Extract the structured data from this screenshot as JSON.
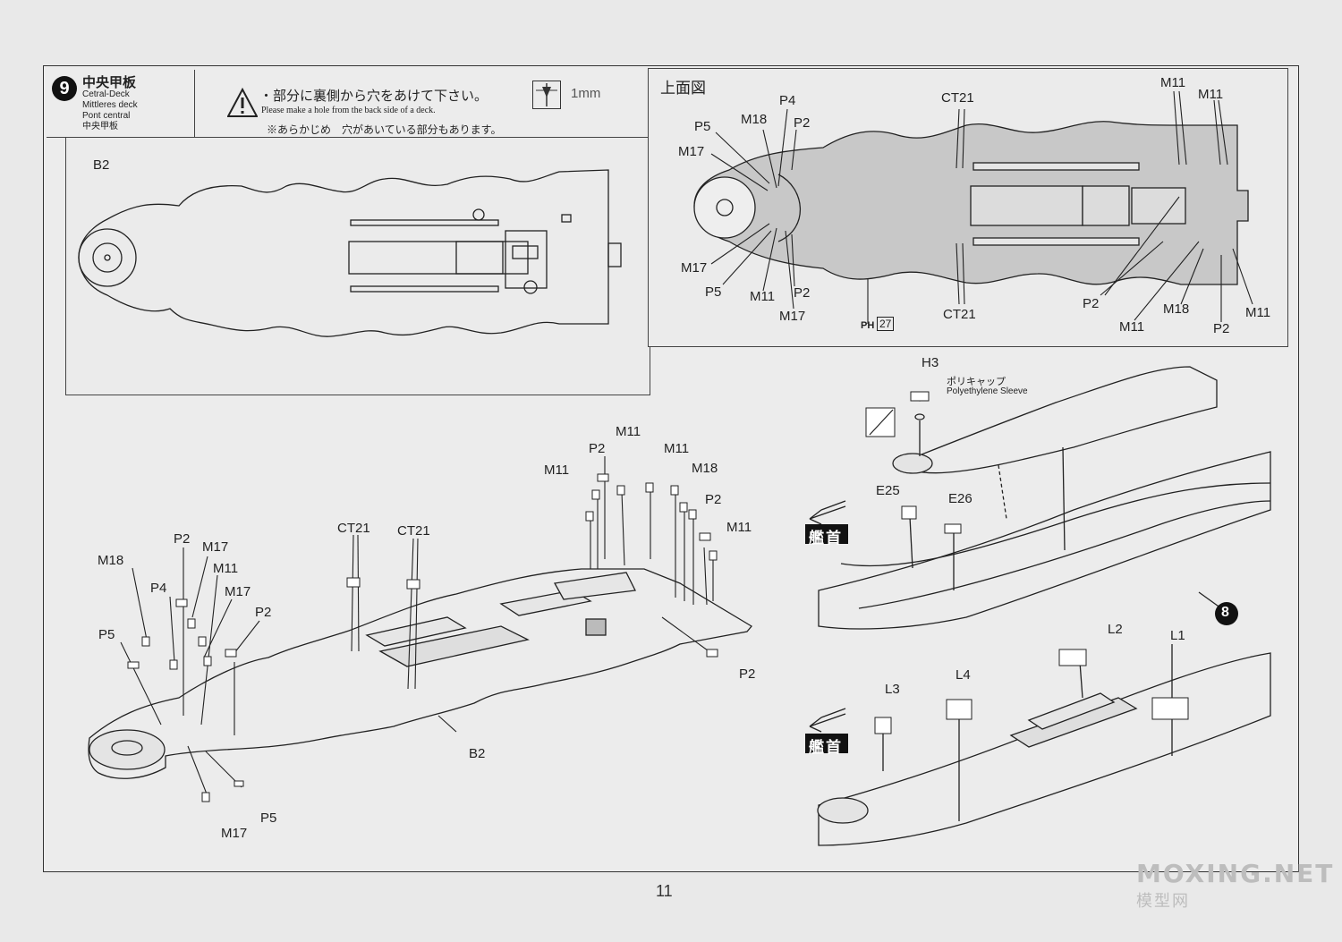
{
  "step": {
    "number": "9",
    "title_jp": "中央甲板",
    "title_en": "Cetral-Deck",
    "title_de": "Mittleres deck",
    "title_fr": "Pont central",
    "title_cn": "中央甲板"
  },
  "notice": {
    "line1": "・部分に裏側から穴をあけて下さい。",
    "line2": "Please make a hole from the back side of a deck.",
    "line3": "※あらかじめ　穴があいている部分もあります。",
    "drill_size": "1mm"
  },
  "top_view": {
    "title": "上面図",
    "ph_label": "PH",
    "ph_number": "27"
  },
  "labels": {
    "b2": "B2",
    "h3": "H3",
    "poly_jp": "ポリキャップ",
    "poly_en": "Polyethylene Sleeve",
    "bow": "艦首",
    "step8": "8",
    "e25": "E25",
    "e26": "E26",
    "l1": "L1",
    "l2": "L2",
    "l3": "L3",
    "l4": "L4"
  },
  "top_view_parts": {
    "p5": "P5",
    "m18": "M18",
    "p4": "P4",
    "p2a": "P2",
    "m17a": "M17",
    "ct21a": "CT21",
    "m11a": "M11",
    "m11b": "M11",
    "m17b": "M17",
    "p5b": "P5",
    "m11c": "M11",
    "p2b": "P2",
    "m17c": "M17",
    "ct21b": "CT21",
    "p2c": "P2",
    "m11d": "M11",
    "m18b": "M18",
    "p2d": "P2",
    "m11e": "M11"
  },
  "iso_parts": {
    "m18": "M18",
    "p2a": "P2",
    "m17a": "M17",
    "p4": "P4",
    "m11a": "M11",
    "m17b": "M17",
    "p2b": "P2",
    "p5a": "P5",
    "ct21a": "CT21",
    "ct21b": "CT21",
    "m11b": "M11",
    "p2c": "P2",
    "m11c": "M11",
    "m11d": "M11",
    "m18b": "M18",
    "p2d": "P2",
    "m11e": "M11",
    "p2e": "P2",
    "b2": "B2",
    "p5b": "P5",
    "m17c": "M17"
  },
  "page_number": "11",
  "watermark": {
    "site": "MOXING.NET",
    "cn": "模型网"
  }
}
